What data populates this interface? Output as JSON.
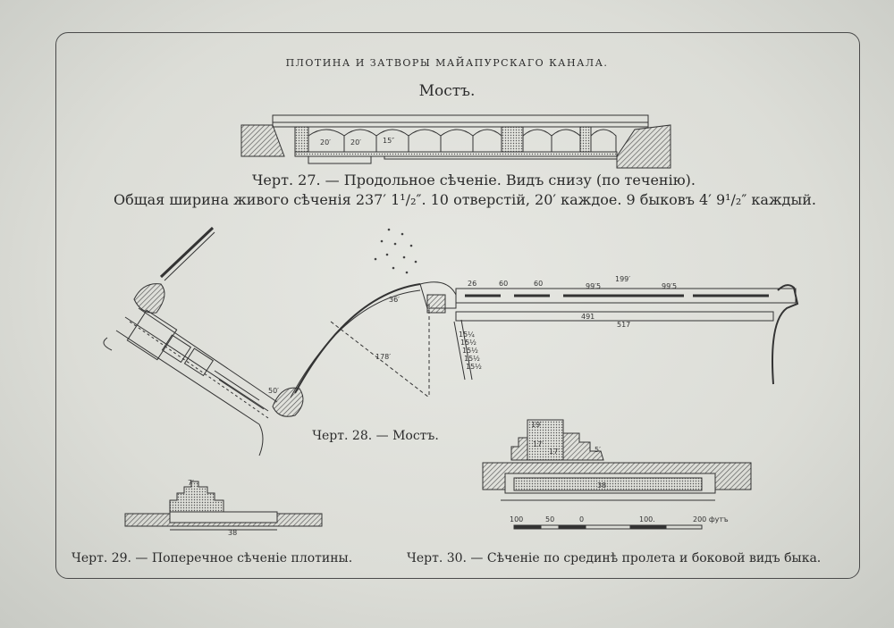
{
  "header": "ПЛОТИНА И ЗАТВОРЫ МАЙАПУРСКАГО КАНАЛА.",
  "subtitle": "Мостъ.",
  "fig27": {
    "caption": "Черт. 27. — Продольное сѣченіе. Видъ снизу (по теченію).",
    "note": "Общая ширина живого сѣченія 237′ 1¹/₂″. 10 отверстій, 20′ каждое. 9 быковъ 4′ 9¹/₂″ каждый.",
    "dims": [
      "20′",
      "20′",
      "15″"
    ]
  },
  "fig28": {
    "caption": "Черт. 28. — Мостъ.",
    "dims": {
      "top": [
        "26",
        "60",
        "60",
        "199′",
        "99′5",
        "99′5"
      ],
      "bottom": [
        "491",
        "517"
      ],
      "radius": [
        "36′",
        "178′"
      ],
      "side": [
        "15¼",
        "15½",
        "15½",
        "15½",
        "15½"
      ],
      "left": [
        "50′"
      ]
    }
  },
  "fig29": {
    "caption": "Черт. 29. — Поперечное сѣченіе плотины.",
    "dims": [
      "7′",
      "38"
    ]
  },
  "fig30": {
    "caption": "Черт. 30. — Сѣченіе по срединѣ пролета и боковой видъ быка.",
    "dims": [
      "19′",
      "17′",
      "17′",
      "38",
      "5′"
    ],
    "scale": [
      "100",
      "50",
      "0",
      "100.",
      "200 футъ"
    ]
  },
  "colors": {
    "ink": "#2b2b2b",
    "paper": "#dcddd7",
    "hatch": "#6a6a6a"
  }
}
